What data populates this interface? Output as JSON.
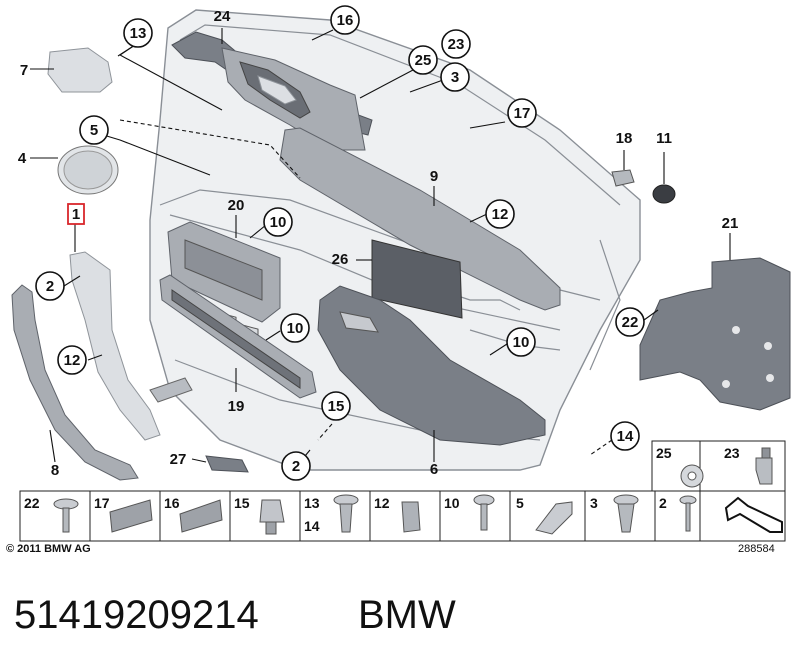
{
  "callouts": {
    "c24": "24",
    "c16": "16",
    "c13": "13",
    "c25": "25",
    "c23": "23",
    "c7": "7",
    "c3": "3",
    "c17": "17",
    "c5": "5",
    "c4": "4",
    "c18": "18",
    "c11": "11",
    "c9": "9",
    "c1": "1",
    "c20": "20",
    "c10a": "10",
    "c12a": "12",
    "c21": "21",
    "c26": "26",
    "c2a": "2",
    "c12b": "12",
    "c10b": "10",
    "c22": "22",
    "c10c": "10",
    "c19": "19",
    "c15": "15",
    "c14": "14",
    "c8": "8",
    "c27": "27",
    "c2b": "2",
    "c6": "6"
  },
  "legend_top": [
    {
      "label": "25"
    },
    {
      "label": "23"
    }
  ],
  "legend_row": [
    {
      "label": "22"
    },
    {
      "label": "17"
    },
    {
      "label": "16"
    },
    {
      "label": "15"
    },
    {
      "label": "13",
      "label2": "14"
    },
    {
      "label": "12"
    },
    {
      "label": "10"
    },
    {
      "label": "5"
    },
    {
      "label": "3"
    },
    {
      "label": "2"
    }
  ],
  "footer": {
    "copyright": "© 2011 BMW AG",
    "image_number": "288584"
  },
  "caption": {
    "part_number": "51419209214",
    "brand": "BMW"
  },
  "colors": {
    "panel_fill": "#eef0f2",
    "trim_dark": "#7a7f87",
    "trim_mid": "#a9adb3",
    "highlight_red": "#d9262b"
  }
}
